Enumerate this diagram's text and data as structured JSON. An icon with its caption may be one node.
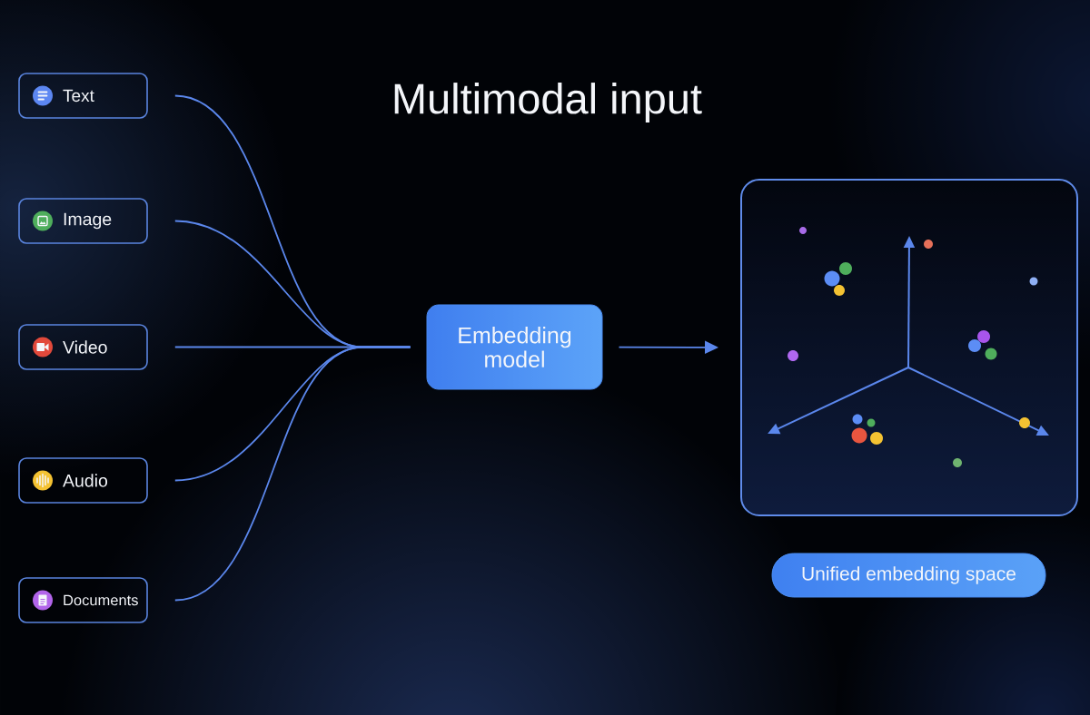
{
  "diagram": {
    "title": "Multimodal input",
    "nodes": [
      {
        "text": [
          "Text"
        ]
      },
      {
        "text": [
          "Image"
        ]
      },
      {
        "text": [
          "Video"
        ]
      },
      {
        "text": [
          "Audio"
        ]
      },
      {
        "text": [
          "Documents"
        ]
      },
      {
        "text": [
          "Embedding model"
        ]
      },
      {
        "text": [],
        "shape": "box"
      },
      {
        "text": [
          "Unified embedding space"
        ]
      }
    ],
    "edges": [
      {
        "from": 0,
        "to": 5,
        "arrow": "none"
      },
      {
        "from": 1,
        "to": 5,
        "arrow": "none"
      },
      {
        "from": 2,
        "to": 5,
        "arrow": "none"
      },
      {
        "from": 3,
        "to": 5,
        "arrow": "none"
      },
      {
        "from": 4,
        "to": 5,
        "arrow": "none"
      },
      {
        "from": 5,
        "to": 6,
        "arrow": "to"
      }
    ]
  }
}
